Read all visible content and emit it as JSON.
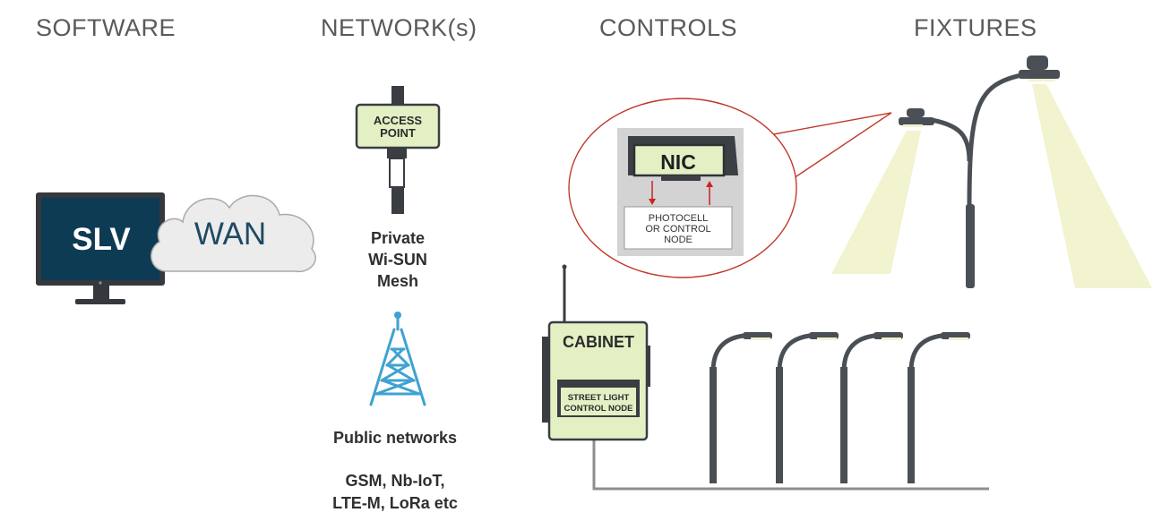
{
  "headings": {
    "software": "SOFTWARE",
    "networks": "NETWORK(s)",
    "controls": "CONTROLS",
    "fixtures": "FIXTURES"
  },
  "software": {
    "monitor_label": "SLV",
    "cloud_label": "WAN"
  },
  "network": {
    "access_point_line1": "ACCESS",
    "access_point_line2": "POINT",
    "private_line1": "Private",
    "private_line2": "Wi-SUN",
    "private_line3": "Mesh",
    "public_title": "Public networks",
    "public_line1": "GSM, Nb-IoT,",
    "public_line2": "LTE-M, LoRa etc"
  },
  "controls": {
    "nic_label": "NIC",
    "photocell_line1": "PHOTOCELL",
    "photocell_line2": "OR CONTROL",
    "photocell_line3": "NODE",
    "cabinet_label": "CABINET",
    "street_light_line1": "STREET LIGHT",
    "street_light_line2": "CONTROL NODE"
  },
  "colors": {
    "monitor": "#0e3b54",
    "device_fill": "#e3f0c4",
    "tower": "#3fa2d2",
    "pole": "#4a4f55",
    "light_beam": "#f2f3cf",
    "callout": "#c0392b",
    "arrow": "#cc2222"
  }
}
